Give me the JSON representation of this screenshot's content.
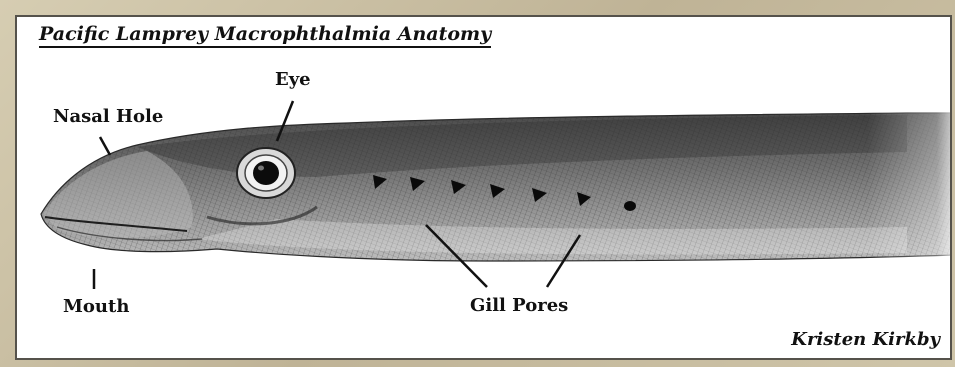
{
  "diagram": {
    "title": "Pacific Lamprey Macrophthalmia Anatomy",
    "labels": {
      "eye": "Eye",
      "nasal_hole": "Nasal Hole",
      "mouth": "Mouth",
      "gill_pores": "Gill Pores"
    },
    "credit": "Kristen Kirkby",
    "colors": {
      "frame": "#c9bfa3",
      "panel": "#ffffff",
      "ink": "#111111"
    }
  }
}
